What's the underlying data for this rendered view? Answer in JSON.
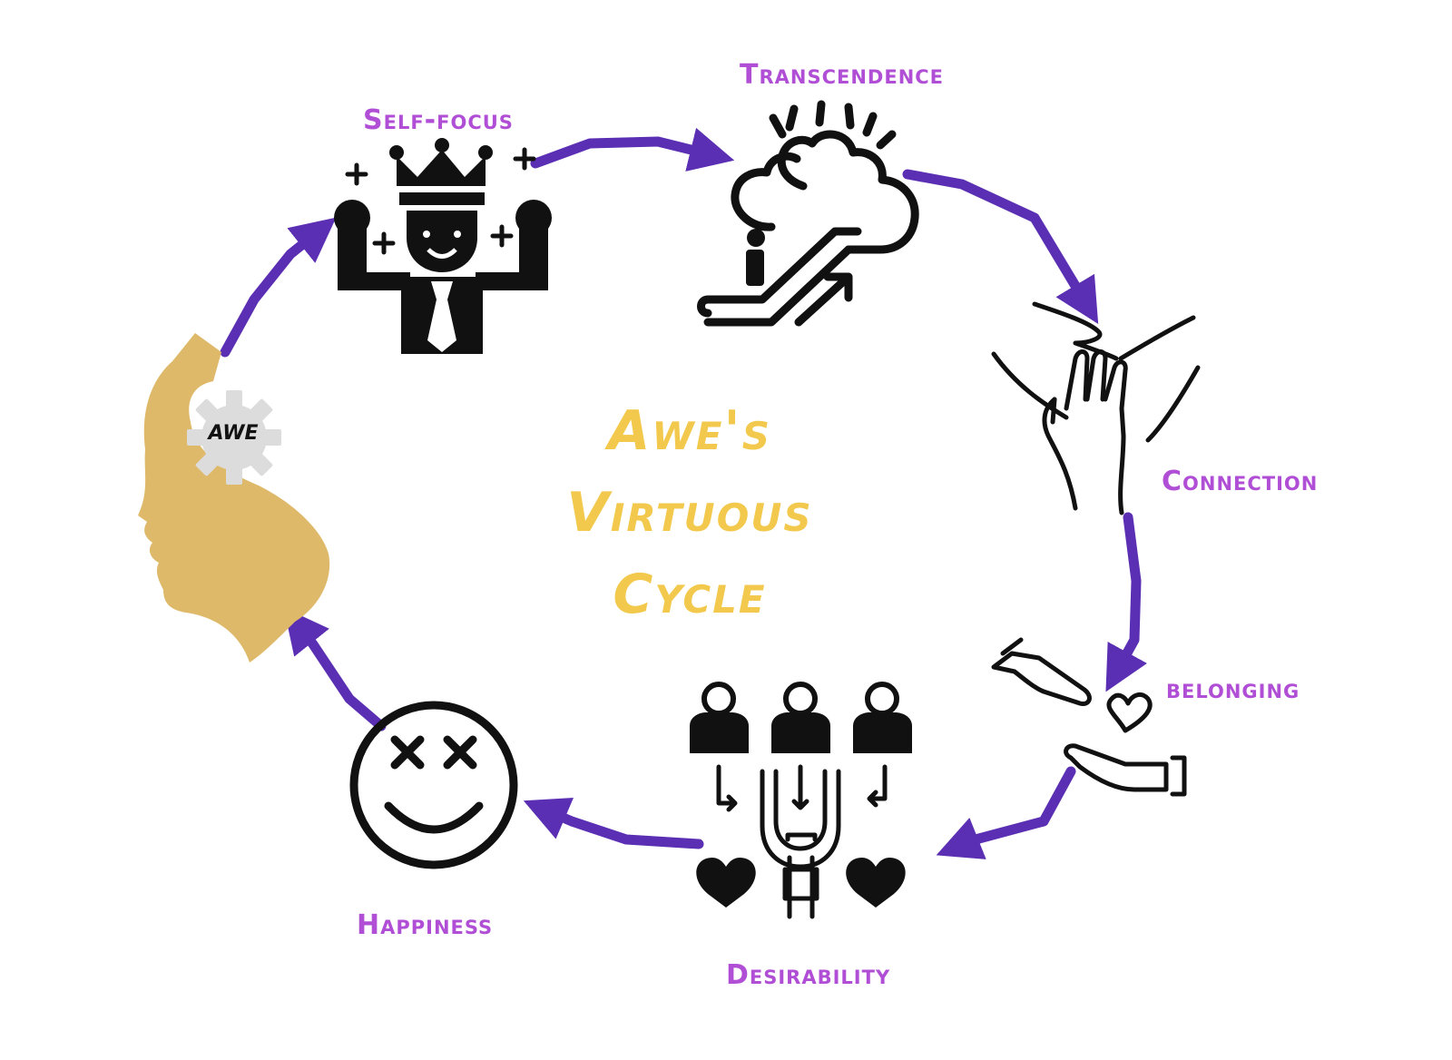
{
  "title_lines": [
    "Awe's",
    "Virtuous",
    "Cycle"
  ],
  "stages": {
    "self_focus": "Self-focus",
    "transcendence": "Transcendence",
    "connection": "Connection",
    "belonging": "belonging",
    "desirability": "Desirability",
    "happiness": "Happiness"
  },
  "awe_badge": "AWE",
  "colors": {
    "arrow": "#5b2fb3",
    "label": "#b04fd6",
    "title": "#f2c94c",
    "head": "#dfb96a",
    "gear": "#dcdcdc",
    "icon": "#111111"
  },
  "icons": [
    "head-silhouette-icon",
    "gear-icon",
    "king-crown-icon",
    "cloud-escalator-icon",
    "holding-hands-icon",
    "giving-heart-hands-icon",
    "magnet-people-icon",
    "dizzy-smiley-icon"
  ]
}
